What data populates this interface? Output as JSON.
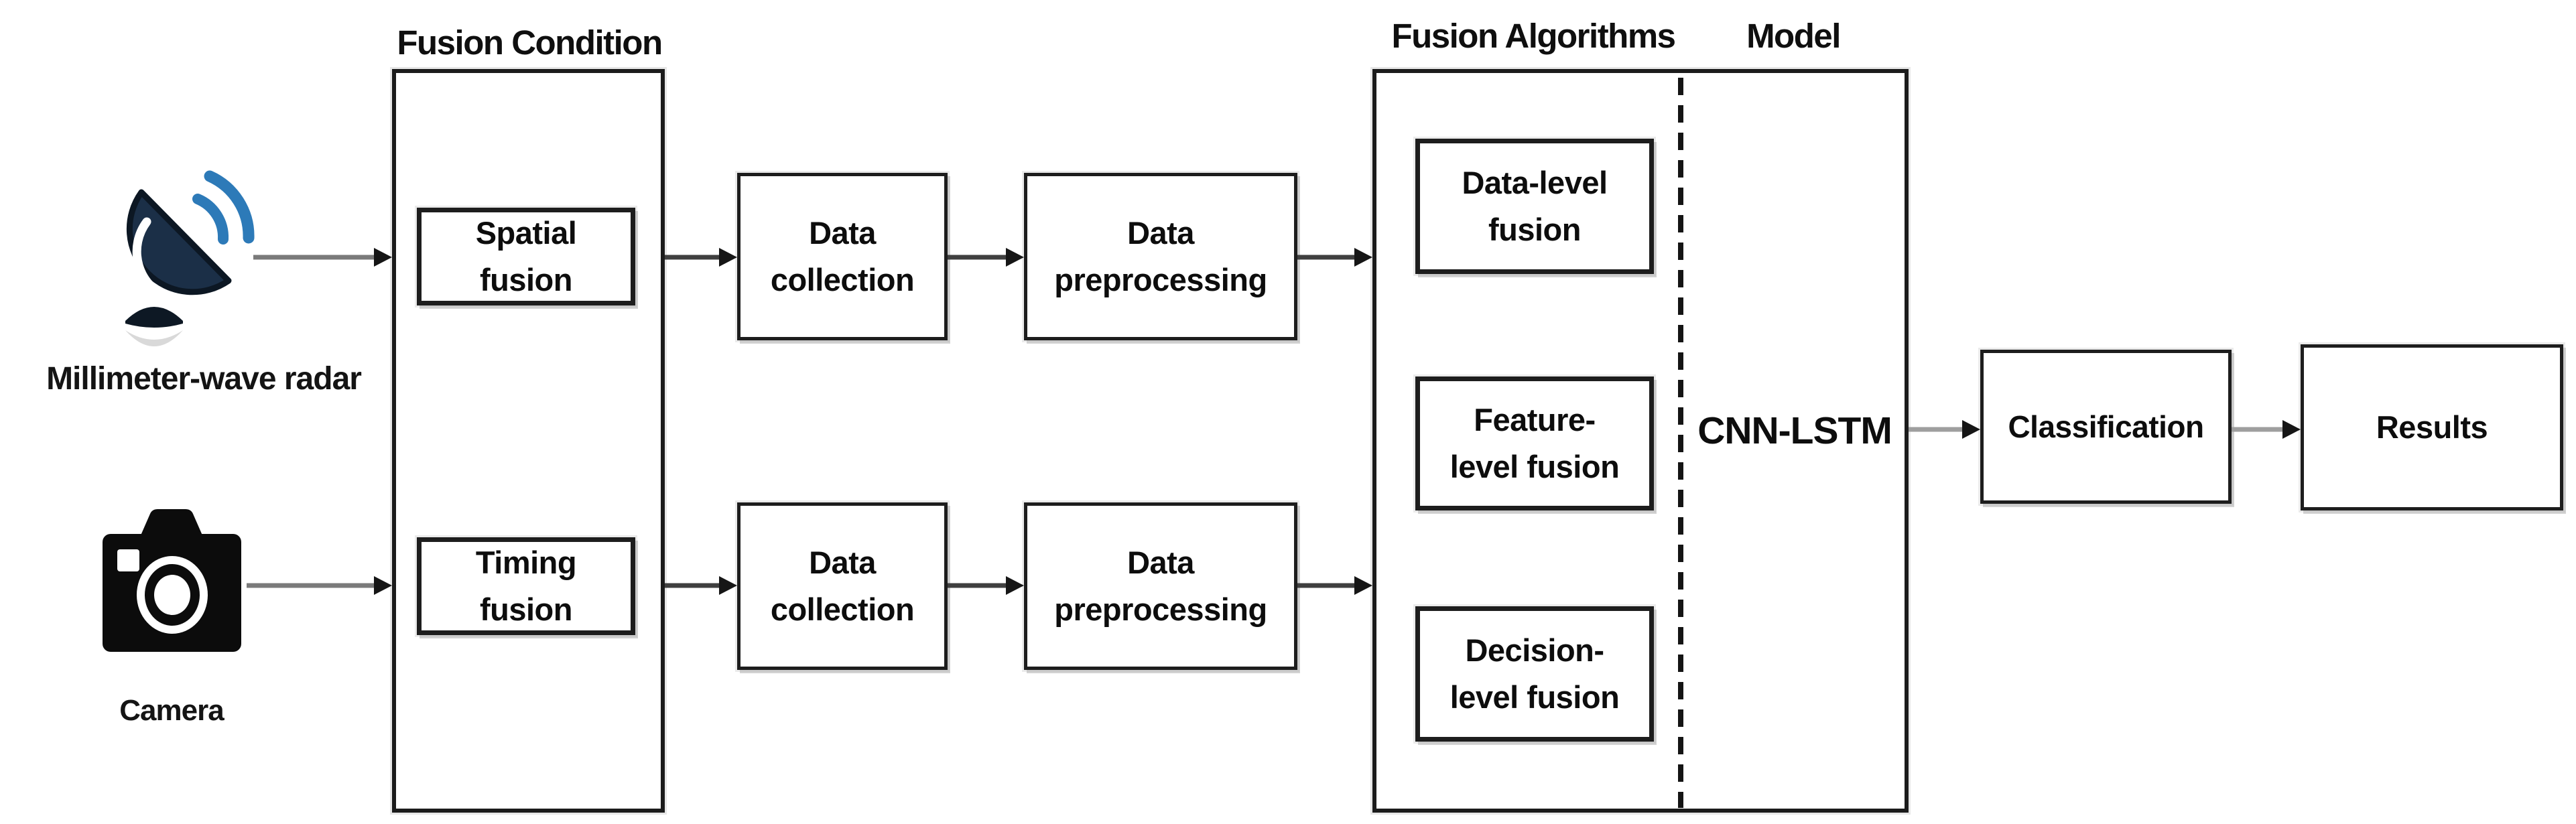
{
  "titles": {
    "fusion_condition": "Fusion Condition",
    "fusion_algorithms": "Fusion Algorithms",
    "model": "Model"
  },
  "sources": {
    "radar": {
      "label": "Millimeter-wave radar",
      "icon": "radar-dish-icon"
    },
    "camera": {
      "label": "Camera",
      "icon": "camera-icon"
    }
  },
  "condition_boxes": {
    "spatial": {
      "line1": "Spatial",
      "line2": "fusion"
    },
    "timing": {
      "line1": "Timing",
      "line2": "fusion"
    }
  },
  "pipeline": {
    "top": {
      "collection": {
        "line1": "Data",
        "line2": "collection"
      },
      "preprocessing": {
        "line1": "Data",
        "line2": "preprocessing"
      }
    },
    "bottom": {
      "collection": {
        "line1": "Data",
        "line2": "collection"
      },
      "preprocessing": {
        "line1": "Data",
        "line2": "preprocessing"
      }
    }
  },
  "algorithm_boxes": {
    "data_level": {
      "line1": "Data-level",
      "line2": "fusion"
    },
    "feature_level": {
      "line1": "Feature-",
      "line2": "level fusion"
    },
    "decision_level": {
      "line1": "Decision-",
      "line2": "level fusion"
    }
  },
  "model_label": "CNN-LSTM",
  "output_boxes": {
    "classification": "Classification",
    "results": "Results"
  },
  "colors": {
    "background": "#ffffff",
    "ink": "#1a1a1a",
    "arrow_dark": "#3f3f3f",
    "arrow_mid": "#7a7a7a",
    "arrow_light": "#9e9e9e",
    "radar_navy": "#1b2f47",
    "radar_blue": "#2d7ab8",
    "shadow_gray": "#9a9a9a"
  }
}
